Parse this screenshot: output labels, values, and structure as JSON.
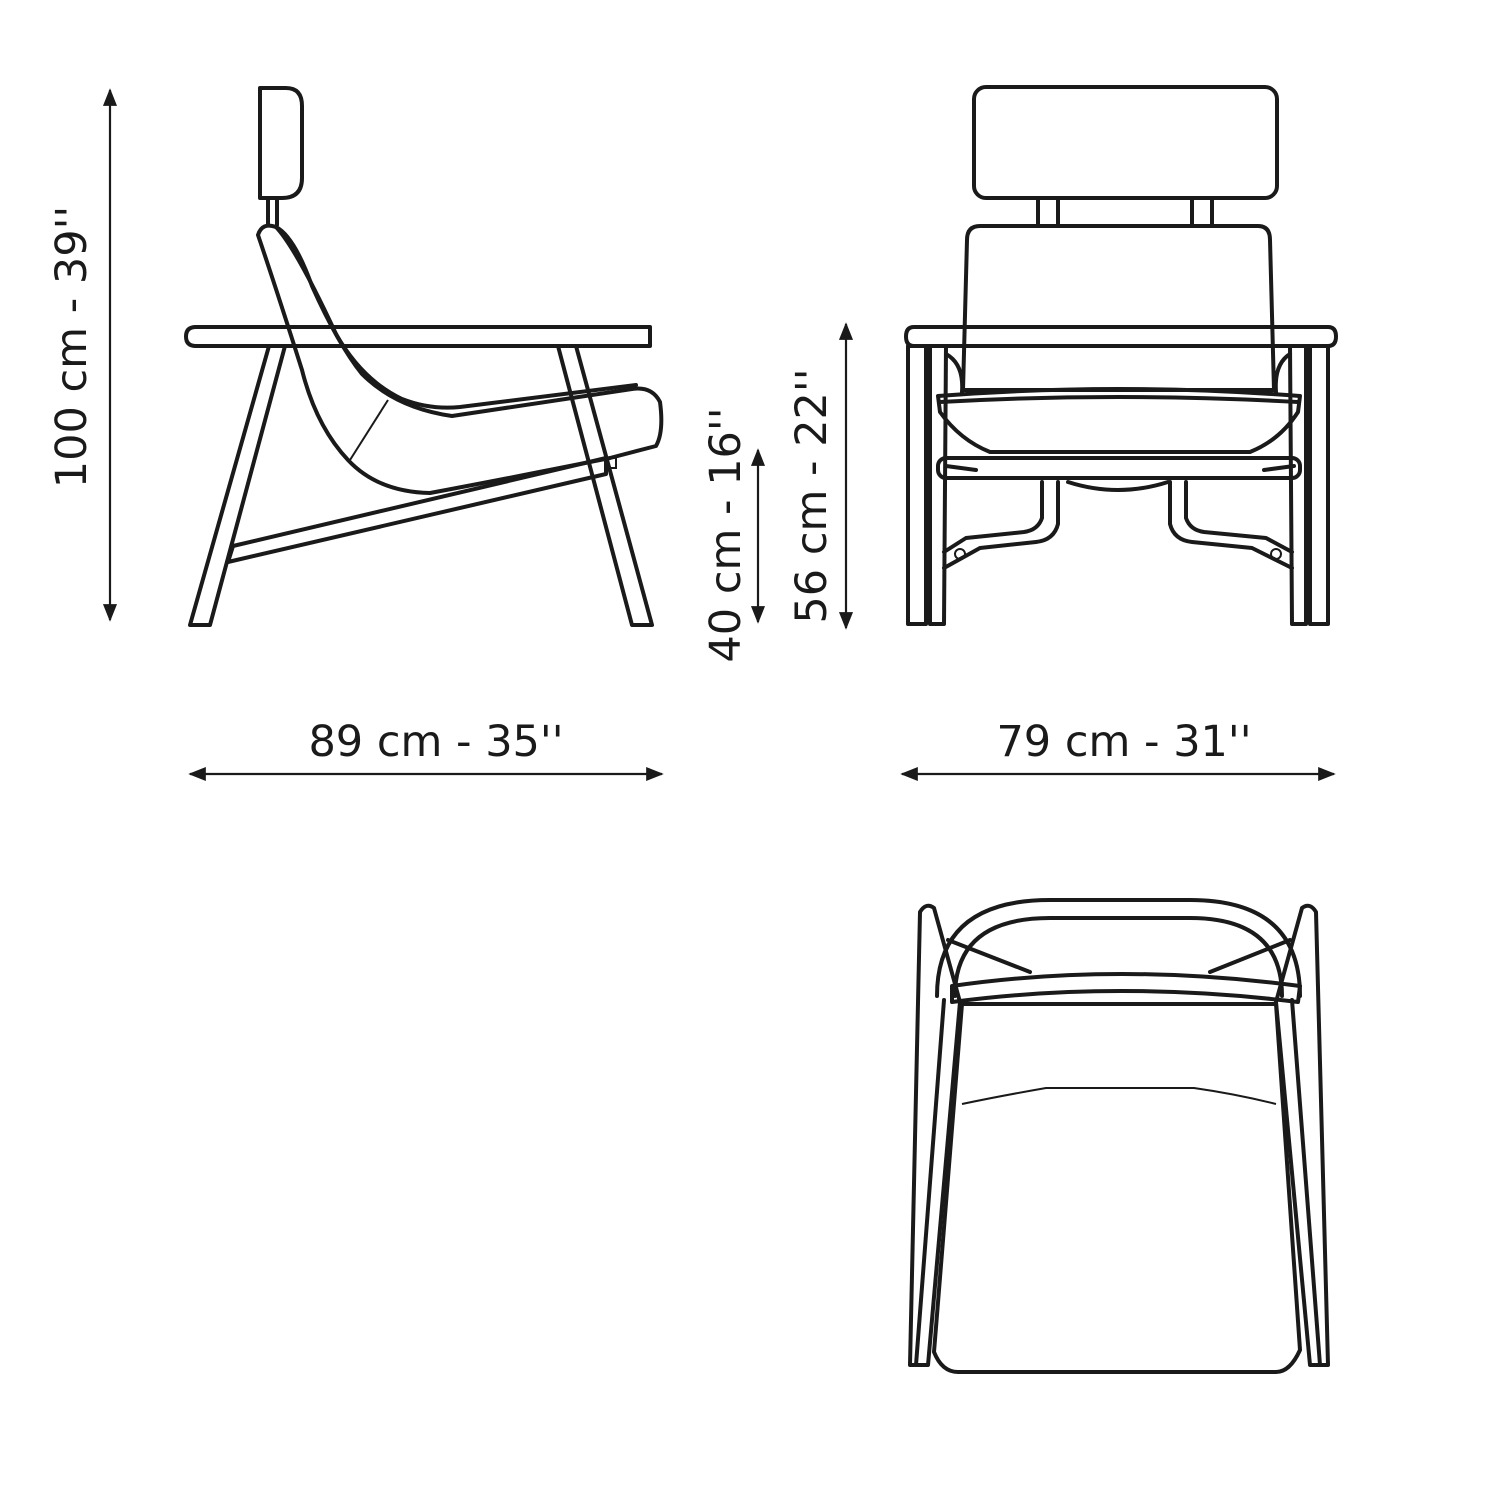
{
  "dimensions": {
    "height_total": "100 cm - 39''",
    "depth": "89 cm - 35''",
    "seat_height": "40 cm - 16''",
    "arm_height": "56 cm - 22''",
    "width": "79 cm - 31''"
  },
  "views": [
    "side-view",
    "front-view",
    "top-view"
  ]
}
